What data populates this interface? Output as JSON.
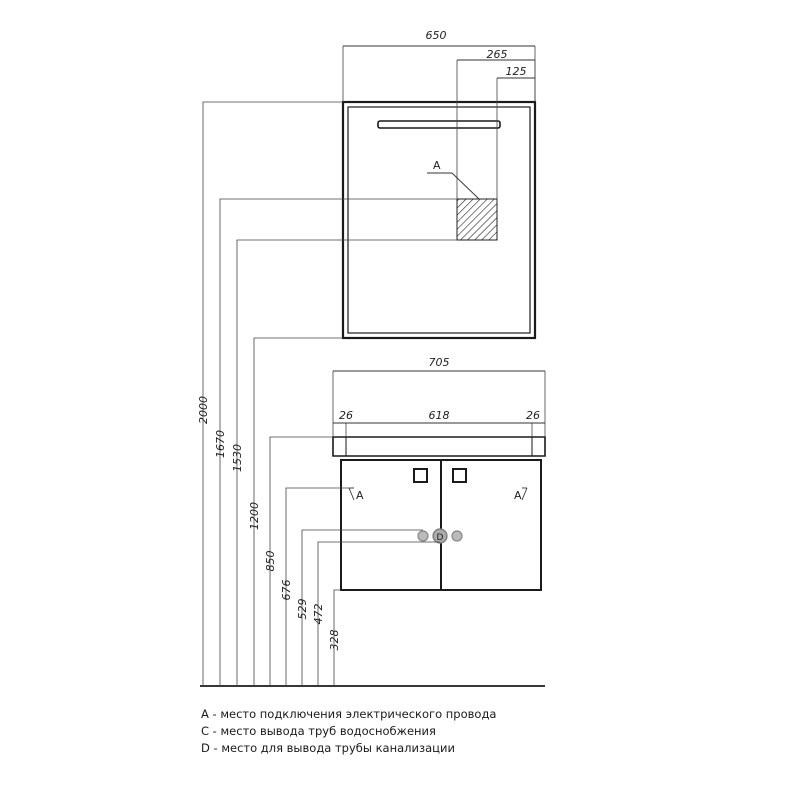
{
  "mirror": {
    "width": "650",
    "offset_a": "265",
    "offset_b": "125",
    "marker_a": "A"
  },
  "cabinet": {
    "width": "705",
    "inner": "618",
    "side_left": "26",
    "side_right": "26",
    "marker_a_left": "A",
    "marker_a_right": "A",
    "marker_d": "D"
  },
  "heights": [
    "2000",
    "1670",
    "1530",
    "1200",
    "850",
    "676",
    "529",
    "472",
    "328"
  ],
  "legend": [
    "A - место подключения электрического провода",
    "C - место вывода труб водоснобжения",
    "D - место для вывода трубы канализации"
  ]
}
